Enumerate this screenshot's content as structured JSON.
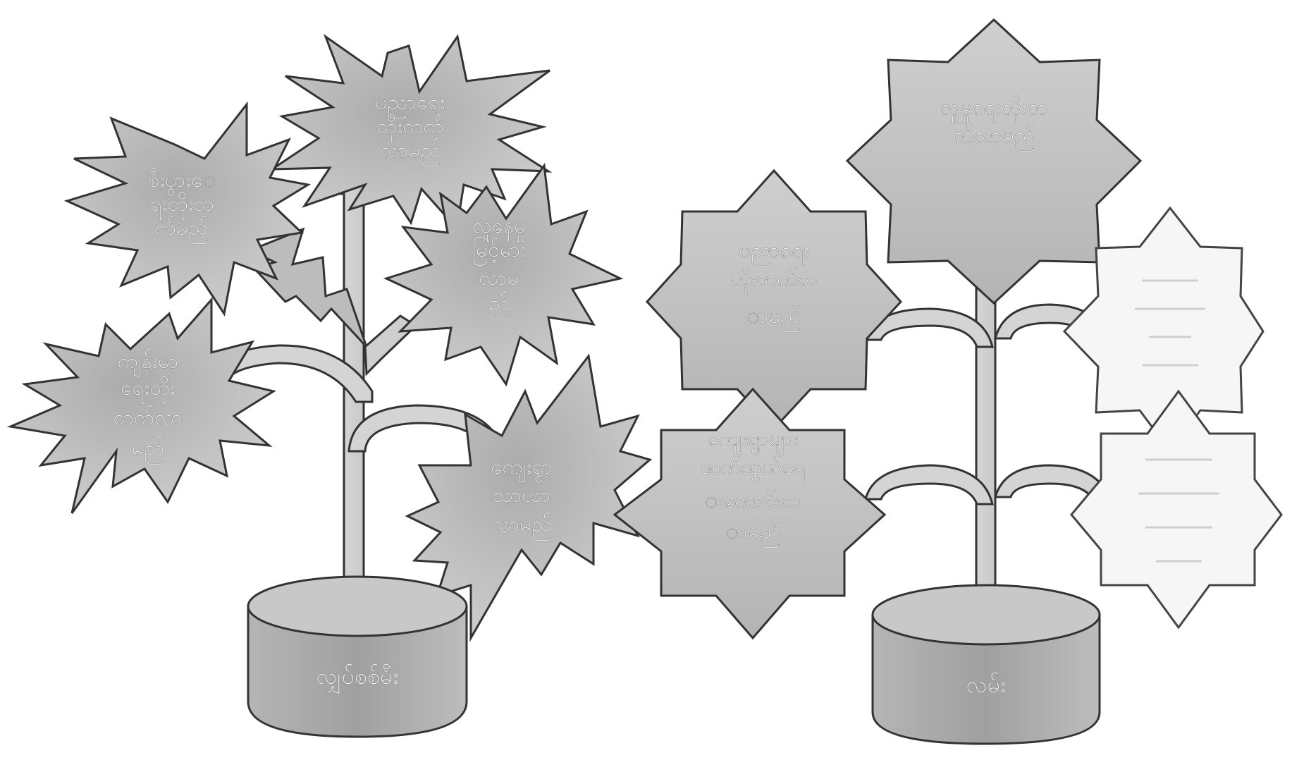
{
  "left_tree": {
    "root": "လျှပ်စစ်မီး",
    "nodes": [
      {
        "id": "education",
        "lines": [
          "ပညာရေး",
          "တိုးတက်",
          "လာမည်"
        ]
      },
      {
        "id": "business",
        "lines": [
          "စီးပွားေ",
          "ရးတိုးတ",
          "က်မည်"
        ]
      },
      {
        "id": "living",
        "lines": [
          "လူနေမှု",
          "မြင့်မား",
          "လာမ",
          "ည်"
        ]
      },
      {
        "id": "health",
        "lines": [
          "ကျန်းမာ",
          "ရေးတိုး",
          "တက်လာ",
          "မည်"
        ]
      },
      {
        "id": "rural",
        "lines": [
          "ကျေးရွာ",
          "သာယာ",
          "လာမည်"
        ]
      }
    ]
  },
  "right_tree": {
    "root": "လမ်း",
    "nodes": [
      {
        "id": "social",
        "lines": [
          "လူမှုရေးတိုးတ",
          "က်လာမည်"
        ]
      },
      {
        "id": "education",
        "lines": [
          "ပညာရေး",
          "တိုးတက်လ",
          "ာမည်"
        ]
      },
      {
        "id": "villages",
        "lines": [
          "ကျေးရွာများ",
          "ဆက်သွယ်ရေ",
          "းကောင်းလ",
          "ာမည်"
        ]
      },
      {
        "id": "blank-1",
        "lines": []
      },
      {
        "id": "blank-2",
        "lines": []
      }
    ]
  }
}
